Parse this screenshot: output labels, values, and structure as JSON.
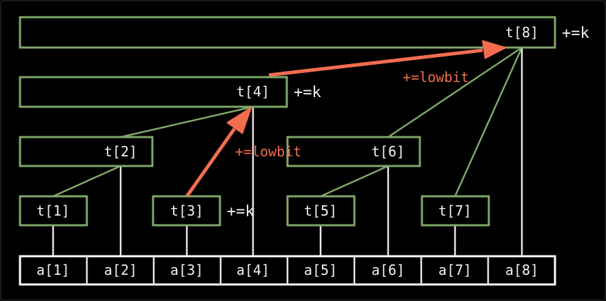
{
  "tree": {
    "t_nodes": [
      {
        "id": "t1",
        "label": "t[1]"
      },
      {
        "id": "t2",
        "label": "t[2]"
      },
      {
        "id": "t3",
        "label": "t[3]"
      },
      {
        "id": "t4",
        "label": "t[4]"
      },
      {
        "id": "t5",
        "label": "t[5]"
      },
      {
        "id": "t6",
        "label": "t[6]"
      },
      {
        "id": "t7",
        "label": "t[7]"
      },
      {
        "id": "t8",
        "label": "t[8]"
      }
    ],
    "a_nodes": [
      {
        "id": "a1",
        "label": "a[1]"
      },
      {
        "id": "a2",
        "label": "a[2]"
      },
      {
        "id": "a3",
        "label": "a[3]"
      },
      {
        "id": "a4",
        "label": "a[4]"
      },
      {
        "id": "a5",
        "label": "a[5]"
      },
      {
        "id": "a6",
        "label": "a[6]"
      },
      {
        "id": "a7",
        "label": "a[7]"
      },
      {
        "id": "a8",
        "label": "a[8]"
      }
    ]
  },
  "annotations": {
    "update_t3": "+=k",
    "update_t4": "+=k",
    "update_t8": "+=k",
    "step_t3_to_t4": "+=lowbit",
    "step_t4_to_t8": "+=lowbit"
  },
  "colors": {
    "background": "#000000",
    "tree_node_border": "#7fa86a",
    "array_node_border": "#ffffff",
    "update_arrow": "#f26d50",
    "text": "#f2f2f2"
  }
}
